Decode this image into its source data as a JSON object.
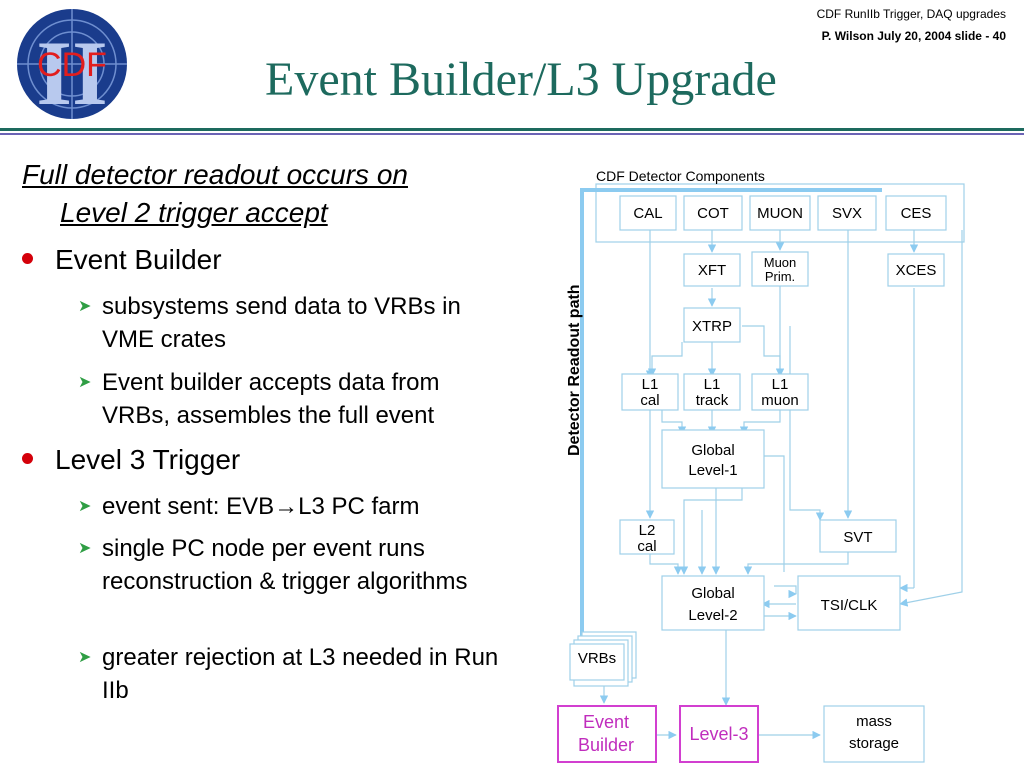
{
  "header": {
    "line1": "CDF RunIIb  Trigger, DAQ upgrades",
    "line2": "P. Wilson   July 20,  2004  slide - 40"
  },
  "logo": {
    "text": "CDF",
    "numeral": "II"
  },
  "title": "Event Builder/L3 Upgrade",
  "lead": {
    "line1": "Full detector readout occurs on",
    "line2": "Level 2 trigger accept"
  },
  "bullets": [
    {
      "text": "Event Builder",
      "sub": [
        "subsystems send data to VRBs in VME crates",
        "Event builder accepts data from VRBs, assembles the full event"
      ]
    },
    {
      "text": "Level 3 Trigger",
      "sub": [
        "event sent: EVB→L3 PC farm",
        "single PC node per event runs reconstruction & trigger algorithms",
        "greater rejection at L3 needed in Run IIb"
      ]
    }
  ],
  "diagram": {
    "group_label": "CDF Detector Components",
    "side_label": "Detector Readout path",
    "detectors": [
      "CAL",
      "COT",
      "MUON",
      "SVX",
      "CES"
    ],
    "xft": "XFT",
    "muon_prim": [
      "Muon",
      "Prim."
    ],
    "xces": "XCES",
    "xtrp": "XTRP",
    "l1_cal": [
      "L1",
      "cal"
    ],
    "l1_track": [
      "L1",
      "track"
    ],
    "l1_muon": [
      "L1",
      "muon"
    ],
    "global_l1": [
      "Global",
      "Level-1"
    ],
    "l2_cal": [
      "L2",
      "cal"
    ],
    "svt": "SVT",
    "global_l2": [
      "Global",
      "Level-2"
    ],
    "tsi": "TSI/CLK",
    "vrbs": "VRBs",
    "event_builder": [
      "Event",
      "Builder"
    ],
    "level3": "Level-3",
    "mass_storage": [
      "mass",
      "storage"
    ],
    "colors": {
      "box": "#9fd0e8",
      "path": "#8ccbf0",
      "magenta": "#d23fd0",
      "magenta_text": "#c02dbd"
    }
  }
}
